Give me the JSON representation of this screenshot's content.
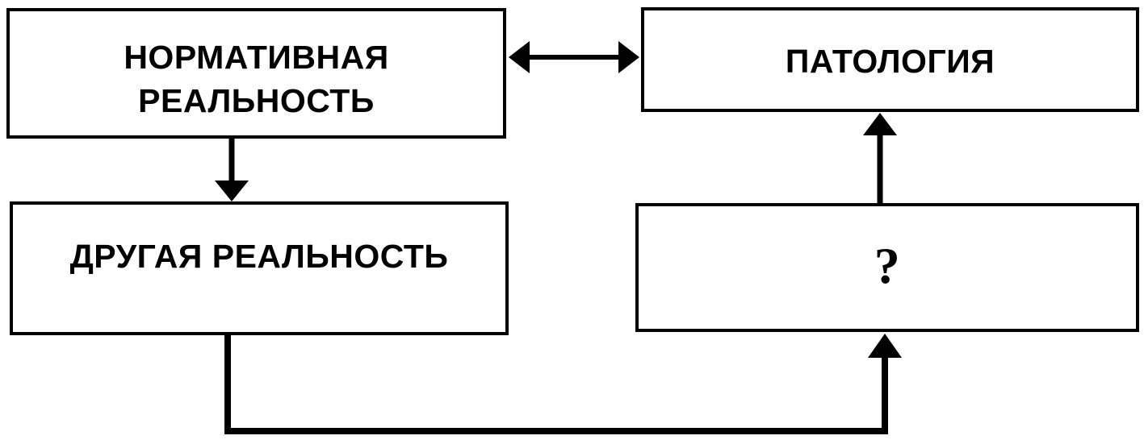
{
  "diagram": {
    "type": "flowchart",
    "nodes": [
      {
        "id": "normative",
        "label": "НОРМАТИВНАЯ\nРЕАЛЬНОСТЬ"
      },
      {
        "id": "pathology",
        "label": "ПАТОЛОГИЯ"
      },
      {
        "id": "other",
        "label": "ДРУГАЯ РЕАЛЬНОСТЬ"
      },
      {
        "id": "unknown",
        "label": "?"
      }
    ],
    "edges": [
      {
        "from": "normative",
        "to": "pathology",
        "direction": "both"
      },
      {
        "from": "normative",
        "to": "other",
        "direction": "forward"
      },
      {
        "from": "other",
        "to": "unknown",
        "direction": "forward"
      },
      {
        "from": "unknown",
        "to": "pathology",
        "direction": "forward"
      }
    ],
    "colors": {
      "line": "#000000",
      "background": "#ffffff"
    }
  }
}
